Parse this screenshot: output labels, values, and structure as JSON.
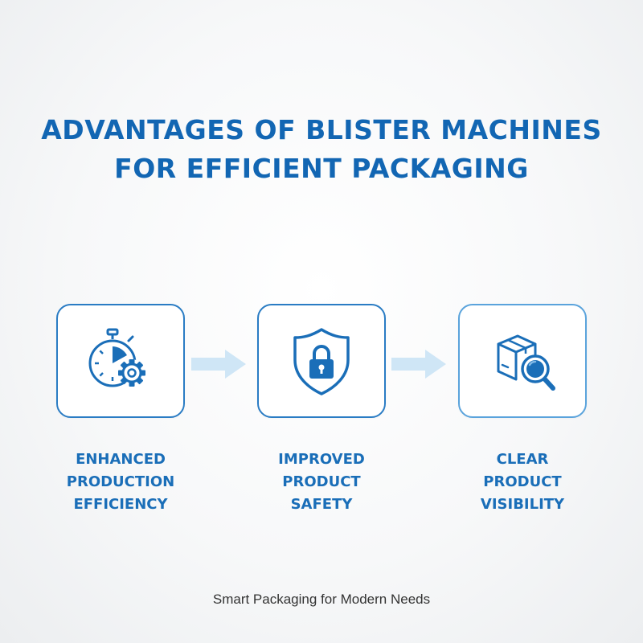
{
  "title": {
    "line1": "ADVANTAGES OF BLISTER MACHINES",
    "line2": "FOR EFFICIENT PACKAGING"
  },
  "steps": [
    {
      "icon": "stopwatch-gear-icon",
      "line1": "ENHANCED",
      "line2": "PRODUCTION",
      "line3": "EFFICIENCY"
    },
    {
      "icon": "shield-lock-icon",
      "line1": "IMPROVED",
      "line2": "PRODUCT",
      "line3": "SAFETY"
    },
    {
      "icon": "box-magnifier-icon",
      "line1": "CLEAR",
      "line2": "PRODUCT",
      "line3": "VISIBILITY"
    }
  ],
  "footer": "Smart Packaging for Modern Needs",
  "colors": {
    "primary": "#1266b3",
    "icon_blue": "#1a6eb8",
    "arrow": "#cfe6f6",
    "text_dark": "#333333"
  }
}
